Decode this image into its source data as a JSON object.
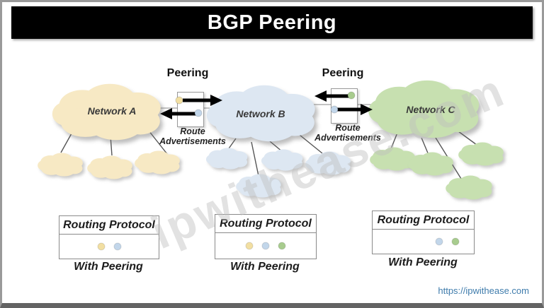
{
  "title": "BGP Peering",
  "watermark_text": "ipwithease.com",
  "footer": {
    "link": "https://ipwithease.com"
  },
  "colors": {
    "banner_bg": "#000000",
    "banner_text": "#ffffff",
    "cloud_a": "#f7e9c4",
    "cloud_b": "#dde7f2",
    "cloud_c": "#c7e0b0",
    "dot_yellow": "#f2dfa2",
    "dot_blue": "#c2d6ea",
    "dot_green": "#a8cc8e",
    "link_text": "#3f7cac",
    "watermark": "#bebebe"
  },
  "networks": [
    {
      "label": "Network A"
    },
    {
      "label": "Network B"
    },
    {
      "label": "Network C"
    }
  ],
  "peerings": [
    {
      "label": "Peering",
      "caption": "Route Advertisements"
    },
    {
      "label": "Peering",
      "caption": "Route Advertisements"
    }
  ],
  "protocol_boxes": [
    {
      "title": "Routing Protocol",
      "caption": "With Peering",
      "dot_colors": [
        "#f2dfa2",
        "#c2d6ea"
      ]
    },
    {
      "title": "Routing Protocol",
      "caption": "With Peering",
      "dot_colors": [
        "#f2dfa2",
        "#c2d6ea",
        "#a8cc8e"
      ]
    },
    {
      "title": "Routing Protocol",
      "caption": "With Peering",
      "dot_colors": [
        "#c2d6ea",
        "#a8cc8e"
      ]
    }
  ]
}
